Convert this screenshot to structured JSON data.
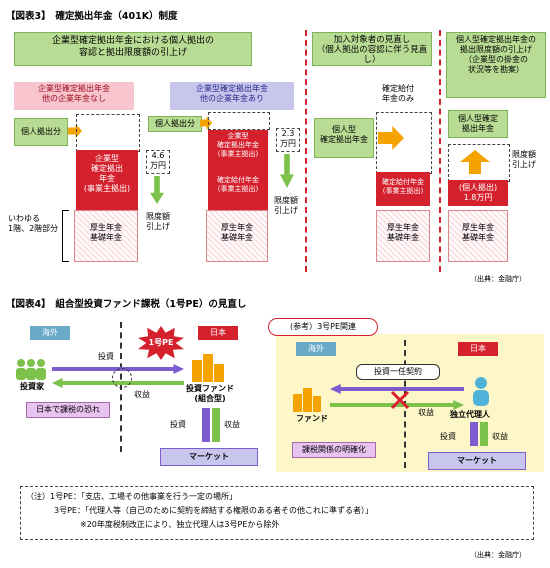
{
  "fig3": {
    "title": "【図表3】　確定拠出年金（401K）制度",
    "left_header": "企業型確定拠出年金における個人拠出の\n容認と拠出限度額の引上げ",
    "mid_header": "加入対象者の見直し\n（個人拠出の容認に伴う見直し）",
    "right_header": "個人型確定拠出年金の\n拠出限度額の引上げ\n（企業型の掛金の\n状況等を勘案）",
    "col1_label": "企業型確定拠出年金\n他の企業年金なし",
    "col2_label": "企業型確定拠出年金\n他の企業年金あり",
    "kojin": "個人拠出分",
    "kigyo_nenkin": "企業型\n確定拠出\n年金\n(事業主拠出)",
    "kigyo_small": "企業型\n確定拠出年金\n(事業主拠出)",
    "kyufu_small": "確定給付年金\n(事業主拠出)",
    "kosei": "厚生年金\n基礎年金",
    "iwayuru": "いわゆる\n1階、2階部分",
    "amt1": "4.6\n万円",
    "amt2": "2.3\n万円",
    "raise": "限度額\n引上げ",
    "kojingata": "個人型\n確定拠出年金",
    "kakutei_only": "確定給付\n年金のみ",
    "kyufu2": "確定給付年金\n(事業主拠出)",
    "kojingata2": "個人型確定\n拠出年金",
    "kojin_amt": "(個人拠出)\n1.8万円",
    "source": "（出典：金融庁）"
  },
  "fig4": {
    "title": "【図表4】　組合型投資ファンド課税（1号PE）の見直し",
    "kaigai": "海外",
    "nihon": "日本",
    "pe1": "1号PE",
    "toshi": "投資",
    "shueki": "収益",
    "investor": "投資家",
    "tax_fear": "日本で課税の恐れ",
    "fund": "投資ファンド\n(組合型)",
    "market": "マーケット",
    "ref_title": "(参考）3号PE関連",
    "kaigai2": "海外",
    "nihon2": "日本",
    "ichinin": "投資一任契約",
    "fund2": "ファンド",
    "dairi": "独立代理人",
    "clarify": "課税関係の明確化",
    "note1": "（注）1号PE：「支店、工場その他事業を行う一定の場所」",
    "note2": "3号PE：「代理人等（自己のために契約を締結する権限のある者その他これに準ずる者）」",
    "note3": "※20年度税制改正により、独立代理人は3号PEから除外",
    "source": "（出典：金融庁）"
  },
  "colors": {
    "green": "#7cc24a",
    "red": "#d5202d",
    "purple": "#7d5ccf",
    "pink": "#f8c4cd",
    "lavender": "#c9c6ee",
    "orange": "#f5a300",
    "navy": "#2a3b7c"
  }
}
